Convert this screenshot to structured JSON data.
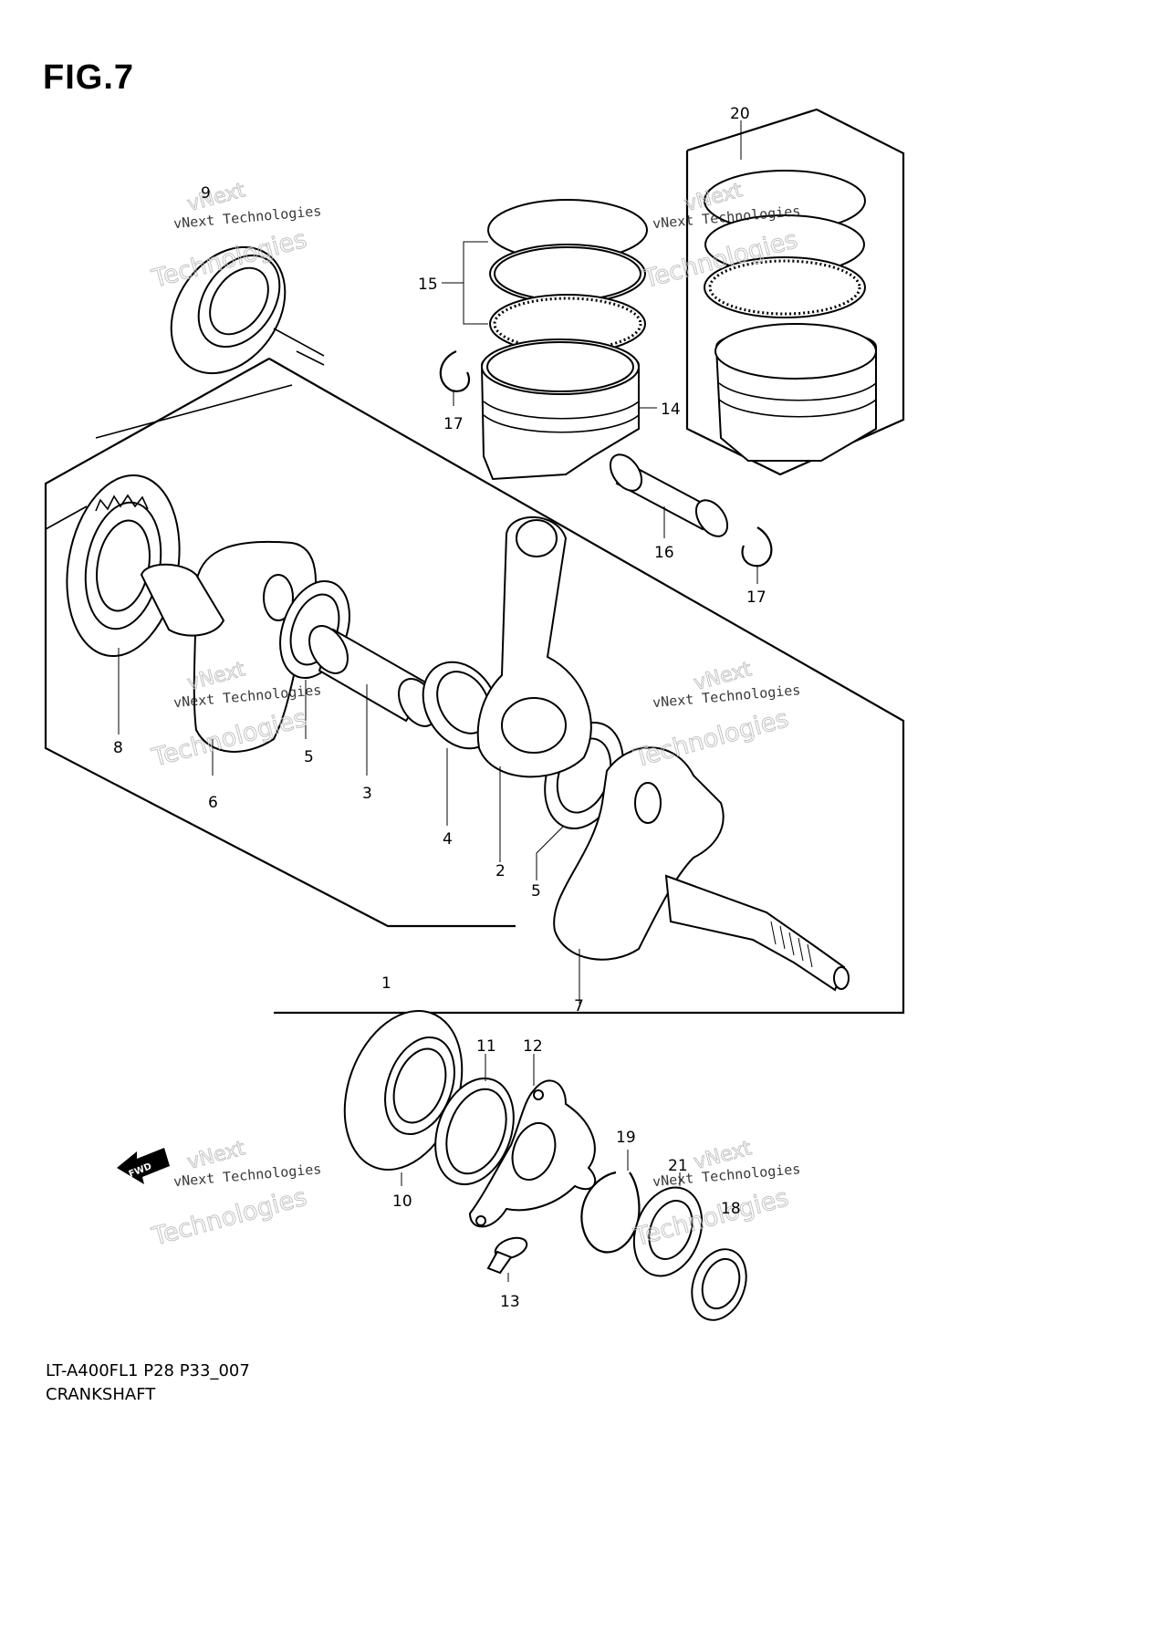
{
  "figure": {
    "title": "FIG.7",
    "model_code": "LT-A400FL1 P28 P33_007",
    "name": "CRANKSHAFT"
  },
  "fwd_label": "FWD",
  "watermark": {
    "line": "vNext Technologies",
    "big": "Technologies",
    "small": "vNext"
  },
  "callouts": [
    "1",
    "2",
    "3",
    "4",
    "5",
    "6",
    "7",
    "8",
    "9",
    "10",
    "11",
    "12",
    "13",
    "14",
    "15",
    "16",
    "17",
    "18",
    "19",
    "20",
    "21"
  ]
}
